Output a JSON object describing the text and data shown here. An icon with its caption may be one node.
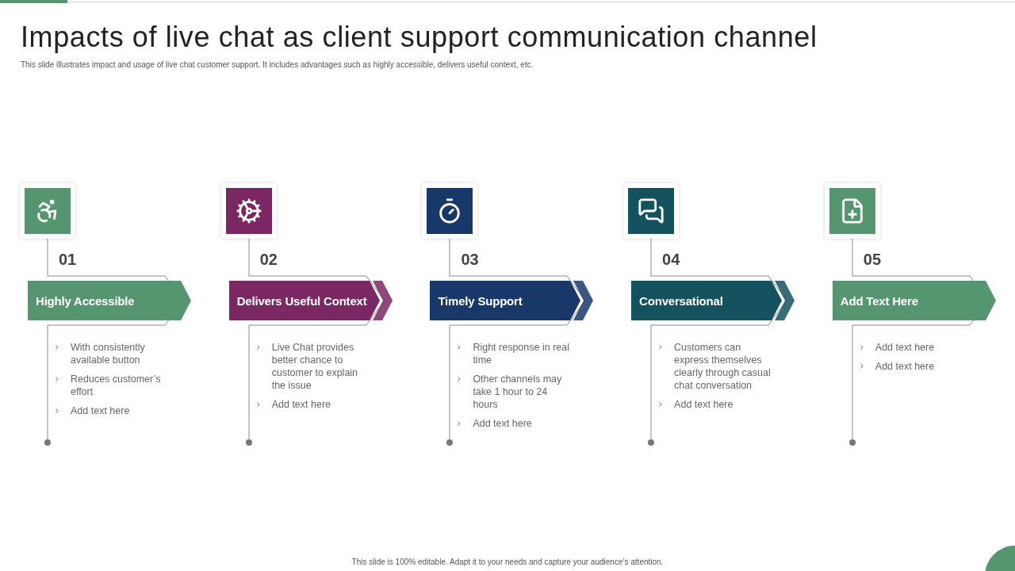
{
  "diagram": {
    "title": "Impacts of live chat as client support communication channel",
    "nodes": [
      {
        "text": [
          "Highly Accessible"
        ],
        "beside": [
          "01",
          "With consistently available button",
          "Reduces customer’s effort",
          "Add text here"
        ]
      },
      {
        "text": [
          "Delivers Useful Context"
        ],
        "beside": [
          "02",
          "Live Chat provides better chance to customer to explain the issue",
          "Add text here"
        ]
      },
      {
        "text": [
          "Timely Support"
        ],
        "beside": [
          "03",
          "Right response in real time",
          "Other channels may take 1 hour to 24 hours",
          "Add text here"
        ]
      },
      {
        "text": [
          "Conversational"
        ],
        "beside": [
          "04",
          "Customers can express themselves clearly through casual chat conversation",
          "Add text here"
        ]
      },
      {
        "text": [
          "Add Text Here"
        ],
        "beside": [
          "05",
          "Add text here",
          "Add text here"
        ]
      }
    ],
    "labels": [
      "This slide illustrates impact and usage of live chat customer support. It includes advantages such as highly accessible, delivers useful context, etc.",
      "This slide is 100% editable.  Adapt it to your needs and capture your audience’s attention."
    ]
  }
}
